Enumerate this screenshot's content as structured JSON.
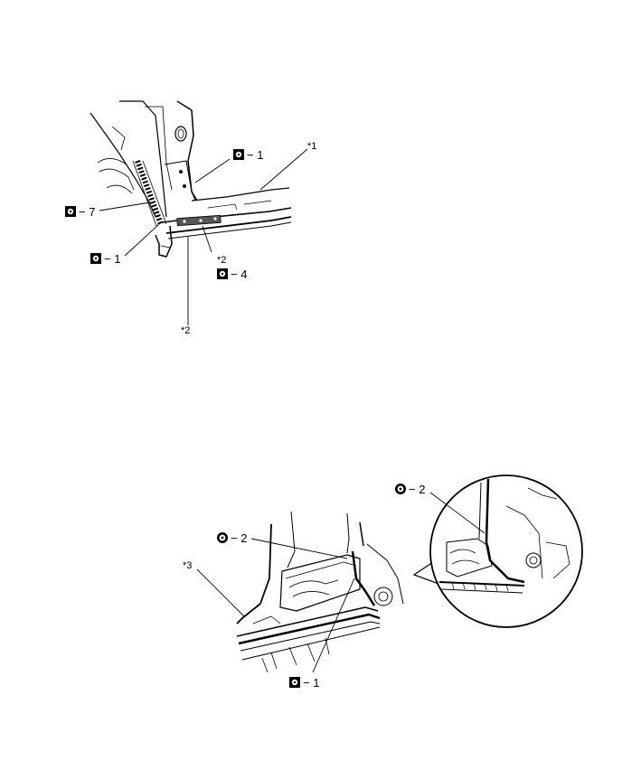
{
  "top_diagram": {
    "callouts": [
      {
        "symbol": "square-weld-icon",
        "text": "− 1"
      },
      {
        "symbol": "square-weld-icon",
        "text": "− 7"
      },
      {
        "symbol": "square-weld-icon",
        "text": "− 1"
      },
      {
        "symbol": "square-weld-icon",
        "text": "− 4"
      }
    ],
    "refs": [
      "*1",
      "*2",
      "*2"
    ]
  },
  "bottom_diagram": {
    "callouts": [
      {
        "symbol": "circle-weld-icon",
        "text": "− 2"
      },
      {
        "symbol": "circle-weld-icon",
        "text": "− 2"
      },
      {
        "symbol": "square-weld-icon",
        "text": "− 1"
      }
    ],
    "refs": [
      "*3"
    ]
  }
}
